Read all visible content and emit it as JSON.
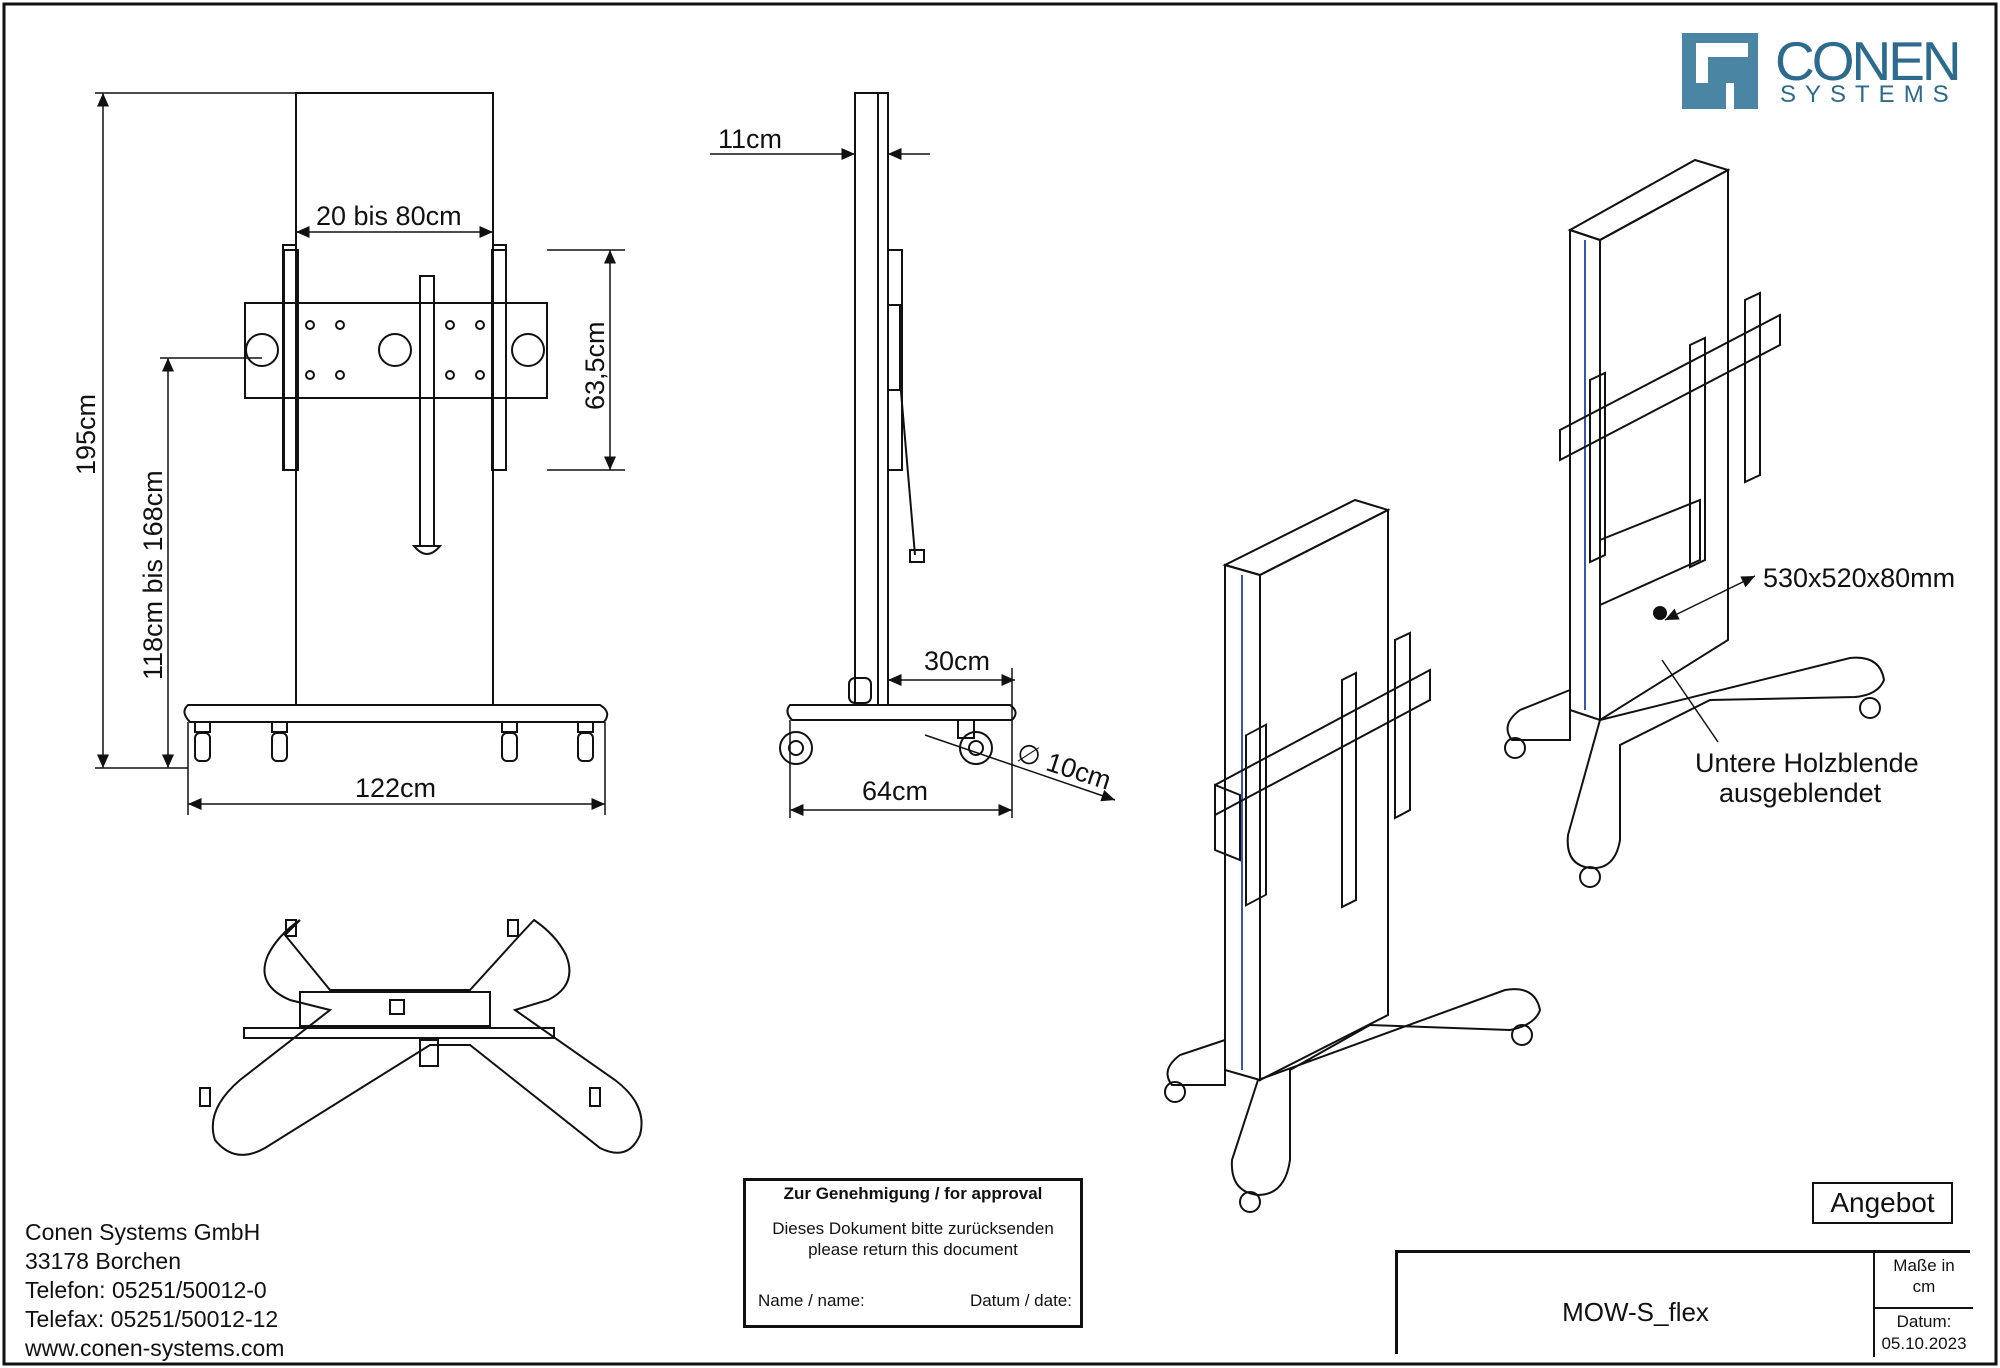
{
  "drawing": {
    "front_view": {
      "width_range": "20 bis 80cm",
      "total_height": "195cm",
      "center_height": "118cm  bis 168cm",
      "plate_height": "63,5cm",
      "base_width": "122cm"
    },
    "side_view": {
      "depth": "11cm",
      "foot_offset": "30cm",
      "castor": "∅ 10cm",
      "base_depth": "64cm"
    },
    "iso_view": {
      "size_label": "530x520x80mm",
      "note_line1": "Untere Holzblende",
      "note_line2": "ausgeblendet"
    }
  },
  "brand": {
    "name": "CONEN",
    "sub": "SYSTEMS",
    "color": "#2c6a8e"
  },
  "company": {
    "name": "Conen Systems GmbH",
    "city": "33178 Borchen",
    "phone": "Telefon: 05251/50012-0",
    "fax": "Telefax: 05251/50012-12",
    "web": "www.conen-systems.com"
  },
  "approval": {
    "title": "Zur Genehmigung / for approval",
    "line1": "Dieses Dokument bitte zurücksenden",
    "line2": "please return this document",
    "name_label": "Name / name:",
    "date_label": "Datum / date:"
  },
  "status": "Angebot",
  "titleblock": {
    "product": "MOW-S_flex",
    "units_line1": "Maße in",
    "units_line2": "cm",
    "date_label": "Datum:",
    "date": "05.10.2023"
  }
}
